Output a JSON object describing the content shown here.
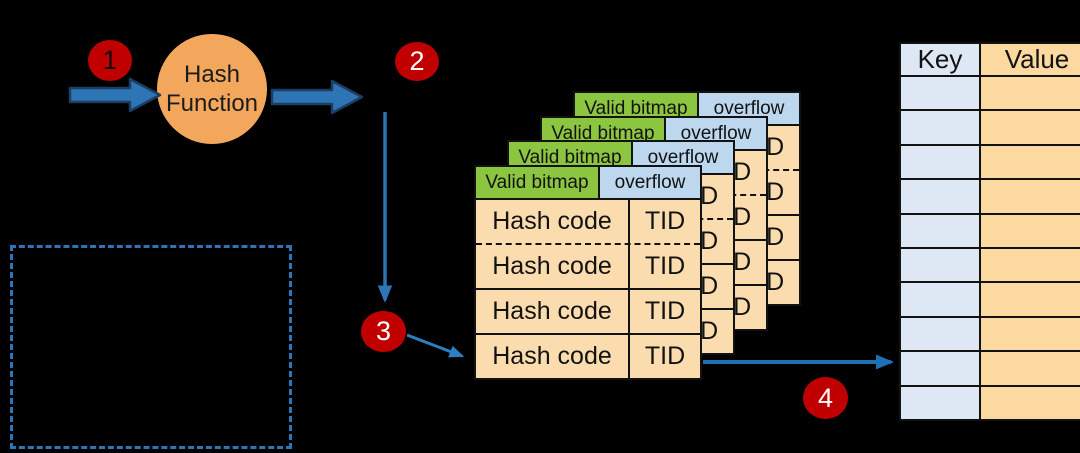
{
  "diagram": {
    "hash_function_label": "Hash Function",
    "steps": {
      "one": "1",
      "two": "2",
      "three": "3",
      "four": "4"
    },
    "bucket_pages": {
      "count": 4,
      "header": {
        "valid_label": "Valid bitmap",
        "overflow_label": "overflow"
      },
      "row": {
        "hash_label": "Hash code",
        "tid_label": "TID"
      },
      "rows_per_page": 4,
      "note": "row separator after first row is dashed (rows omitted)"
    },
    "kv_table": {
      "key_header": "Key",
      "value_header": "Value",
      "empty_rows": 10
    },
    "colors": {
      "background": "#000000",
      "step_badge_red": "#C00000",
      "arrow_blue": "#2E75B6",
      "arrow_blue_dark_outline": "#1C3E61",
      "hash_function_fill": "#F2A75C",
      "valid_bitmap_green": "#8CC540",
      "overflow_blue": "#BDD7EE",
      "bucket_orange": "#FBDCAE",
      "key_column_blue": "#DEE8F5",
      "value_column_orange": "#FCD9A1",
      "dashed_box_blue": "#2E75B6"
    }
  }
}
